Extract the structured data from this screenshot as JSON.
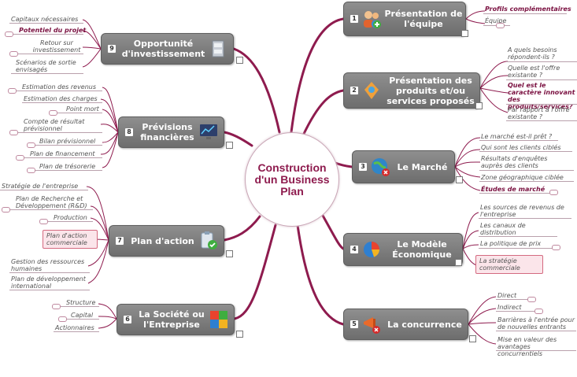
{
  "center": {
    "title": "Construction d'un Business Plan"
  },
  "nodes": {
    "n1": {
      "num": "1",
      "label": "Présentation de l'équipe",
      "icon": "team-icon"
    },
    "n2": {
      "num": "2",
      "label": "Présentation des produits et/ou services proposés",
      "icon": "product-icon"
    },
    "n3": {
      "num": "3",
      "label": "Le Marché",
      "icon": "globe-icon"
    },
    "n4": {
      "num": "4",
      "label": "Le Modèle Économique",
      "icon": "pie-chart-icon"
    },
    "n5": {
      "num": "5",
      "label": "La concurrence",
      "icon": "megaphone-icon"
    },
    "n6": {
      "num": "6",
      "label": "La Société ou l'Entreprise",
      "icon": "puzzle-icon"
    },
    "n7": {
      "num": "7",
      "label": "Plan d'action",
      "icon": "clipboard-check-icon"
    },
    "n8": {
      "num": "8",
      "label": "Prévisions financières",
      "icon": "monitor-chart-icon"
    },
    "n9": {
      "num": "9",
      "label": "Opportunité d'investissement",
      "icon": "cabinet-icon"
    }
  },
  "leaves": {
    "n1": [
      "Profils complémentaires",
      "Équipe"
    ],
    "n2": [
      "A quels besoins répondent-ils ?",
      "Quelle est l'offre existante ?",
      "Quel est le caractère innovant des produits/services?",
      "Par rapport à l'offre existante ?"
    ],
    "n3": [
      "Le marché est-il prêt ?",
      "Qui sont les clients ciblés",
      "Résultats d'enquêtes auprès des clients",
      "Zone géographique ciblée",
      "Études de marché"
    ],
    "n4": [
      "Les sources de revenus de l'entreprise",
      "Les canaux de distribution",
      "La politique de prix",
      "La stratégie commerciale"
    ],
    "n5": [
      "Direct",
      "Indirect",
      "Barrières à l'entrée pour de nouvelles entrants",
      "Mise en valeur des avantages concurrentiels"
    ],
    "n6": [
      "Structure",
      "Capital",
      "Actionnaires"
    ],
    "n7": [
      "Stratégie de l'entreprise",
      "Plan de Recherche et Développement (R&D)",
      "Production",
      "Plan d'action commerciale",
      "Gestion des ressources humaines",
      "Plan de développement international"
    ],
    "n8": [
      "Estimation des revenus",
      "Estimation des charges",
      "Point mort",
      "Compte de résultat prévisionnel",
      "Bilan prévisionnel",
      "Plan de financement",
      "Plan de trésorerie"
    ],
    "n9": [
      "Capitaux nécessaires",
      "Potentiel du projet",
      "Retour sur investissement",
      "Scénarios de sortie envisagés"
    ]
  },
  "colors": {
    "branch": "#8e1b4e",
    "node": "#7d7d7d",
    "highlight": "#fbe5ea"
  }
}
